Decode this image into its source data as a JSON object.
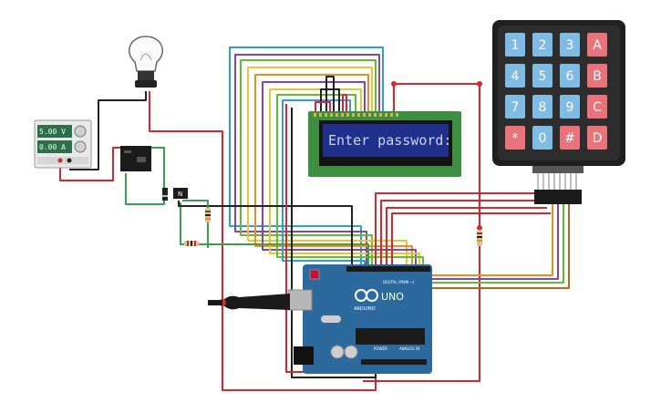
{
  "lcd": {
    "text": "Enter password:"
  },
  "power_supply": {
    "voltage": "5.00 V",
    "current": "0.00 A"
  },
  "transistor": {
    "label": "N"
  },
  "arduino": {
    "model": "UNO",
    "brand": "ARDUINO",
    "digital_label": "DIGITAL (PWM ~)",
    "power_label": "POWER",
    "analog_label": "ANALOG IN"
  },
  "keypad": {
    "keys": [
      [
        "1",
        "2",
        "3",
        "A"
      ],
      [
        "4",
        "5",
        "6",
        "B"
      ],
      [
        "7",
        "8",
        "9",
        "C"
      ],
      [
        "*",
        "0",
        "#",
        "D"
      ]
    ]
  },
  "colors": {
    "key_blue": "#7fbbe3",
    "key_red": "#e8737a",
    "board": "#2c6a9e",
    "lcd_frame": "#3f8f42",
    "lcd_screen": "#1f2f8a",
    "wire_red": "#d8262e",
    "wire_green": "#3aa14a"
  }
}
